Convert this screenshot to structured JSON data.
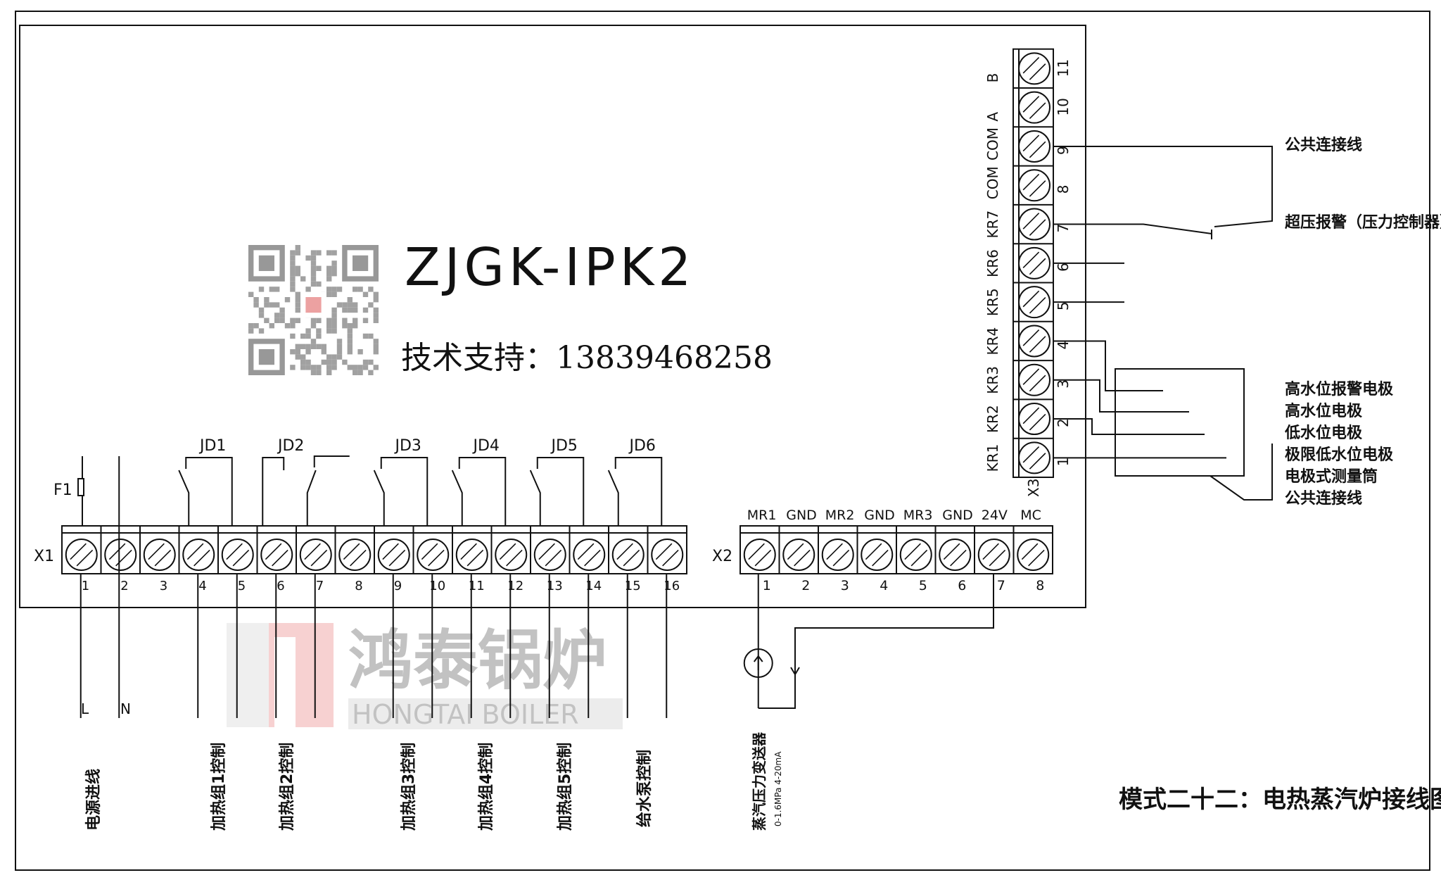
{
  "model": "ZJGK-IPK2",
  "support": "技术支持：13839468258",
  "watermark": {
    "cn": "鸿泰锅炉",
    "en": "HONGTAI BOILER"
  },
  "caption": "模式二十二：电热蒸汽炉接线图",
  "x1": {
    "label": "X1",
    "numbers": [
      "1",
      "2",
      "3",
      "4",
      "5",
      "6",
      "7",
      "8",
      "9",
      "10",
      "11",
      "12",
      "13",
      "14",
      "15",
      "16"
    ],
    "fuse": "F1",
    "relays": [
      "JD1",
      "JD2",
      "JD3",
      "JD4",
      "JD5",
      "JD6"
    ],
    "lines": [
      "L",
      "N"
    ],
    "outputs": [
      "电源进线",
      "加热组1控制",
      "加热组2控制",
      "加热组3控制",
      "加热组4控制",
      "加热组5控制",
      "给水泵控制"
    ]
  },
  "x2": {
    "label": "X2",
    "pins": [
      "MR1",
      "GND",
      "MR2",
      "GND",
      "MR3",
      "GND",
      "24V",
      "MC"
    ],
    "numbers": [
      "1",
      "2",
      "3",
      "4",
      "5",
      "6",
      "7",
      "8"
    ],
    "sensor": "蒸汽压力变送器",
    "sensor_range": "0-1.6MPa 4-20mA"
  },
  "x3": {
    "label": "X3",
    "pins": [
      "KR1",
      "KR2",
      "KR3",
      "KR4",
      "KR5",
      "KR6",
      "KR7",
      "COM",
      "COM",
      "A",
      "B"
    ],
    "numbers": [
      "1",
      "2",
      "3",
      "4",
      "5",
      "6",
      "7",
      "8",
      "9",
      "10",
      "11"
    ],
    "annotations": [
      "公共连接线",
      "超压报警（压力控制器）",
      "高水位报警电极",
      "高水位电极",
      "低水位电极",
      "极限低水位电极",
      "电极式测量筒",
      "公共连接线"
    ]
  }
}
